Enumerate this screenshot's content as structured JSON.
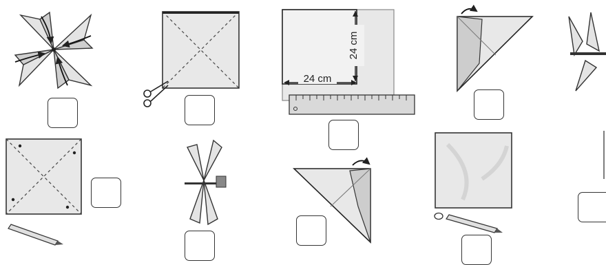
{
  "measure": {
    "width_label": "24 cm",
    "height_label": "24 cm"
  },
  "answer_boxes": [
    {
      "step": "",
      "for": "finished-pinwheel-arrows"
    },
    {
      "step": "",
      "for": "cut-square-scissors"
    },
    {
      "step": "",
      "for": "measure-paper-ruler"
    },
    {
      "step": "",
      "for": "fold-corner-to-center"
    },
    {
      "step": "",
      "for": "pinwheel-side-view"
    },
    {
      "step": "",
      "for": "mark-diagonals-pencil"
    },
    {
      "step": "",
      "for": "pin-pinwheel-stick"
    },
    {
      "step": "",
      "for": "fold-second-corner"
    },
    {
      "step": "",
      "for": "draw-dots-pencil"
    }
  ],
  "colors": {
    "paper": "#e6e6e6",
    "paper_dark": "#c9c9c9",
    "ink": "#222222"
  }
}
